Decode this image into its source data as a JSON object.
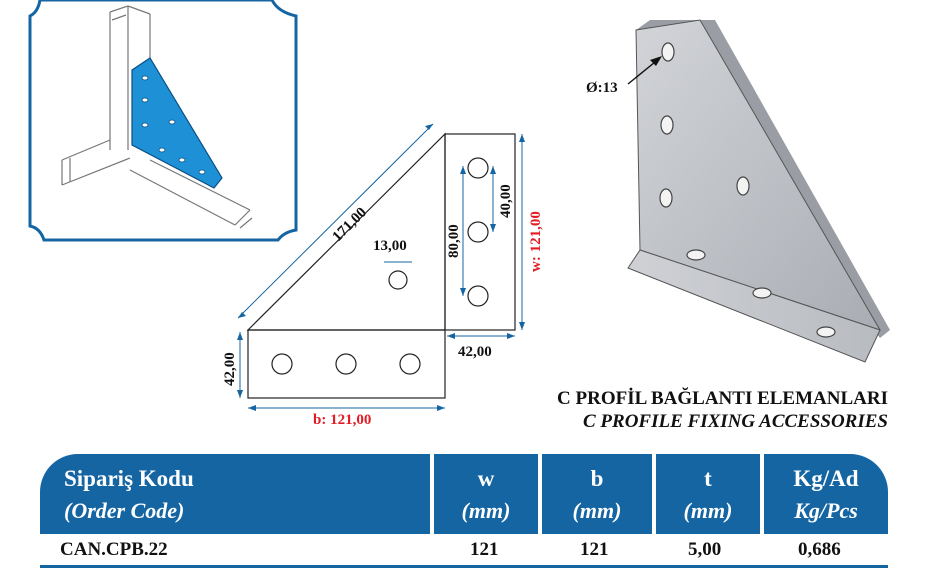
{
  "drawing": {
    "dim_hypotenuse": "171,00",
    "dim_hole": "13,00",
    "dim_80": "80,00",
    "dim_40": "40,00",
    "dim_w": "w: 121,00",
    "dim_42_left": "42,00",
    "dim_42_bottom": "42,00",
    "dim_b": "b: 121,00",
    "hole_diameter": "Ø:13"
  },
  "title": {
    "tr": "C PROFİL BAĞLANTI ELEMANLARI",
    "en": "C PROFILE FIXING ACCESSORIES"
  },
  "table": {
    "headers": [
      {
        "l1": "Sipariş Kodu",
        "l2": "(Order Code)"
      },
      {
        "l1": "w",
        "l2": "(mm)"
      },
      {
        "l1": "b",
        "l2": "(mm)"
      },
      {
        "l1": "t",
        "l2": "(mm)"
      },
      {
        "l1": "Kg/Ad",
        "l2": "Kg/Pcs"
      }
    ],
    "rows": [
      {
        "code": "CAN.CPB.22",
        "w": "121",
        "b": "121",
        "t": "5,00",
        "kg": "0,686"
      }
    ]
  },
  "colors": {
    "accent": "#1565a3",
    "highlight": "#e31b23",
    "part_blue": "#1e90d6"
  }
}
